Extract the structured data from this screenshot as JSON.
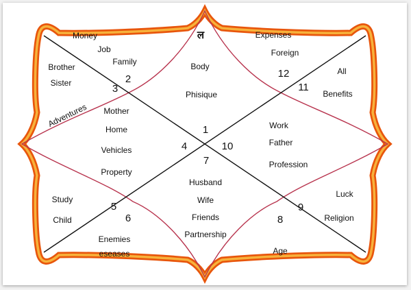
{
  "colors": {
    "frame_outer": "#e8560c",
    "frame_inner": "#f7b23b",
    "curve": "#b8344e",
    "line": "#111111",
    "card": "#ffffff"
  },
  "chart": {
    "top_glyph": "ल",
    "houses": [
      {
        "number": "1",
        "labels": [
          "Body",
          "Phisique"
        ]
      },
      {
        "number": "2",
        "labels": [
          "Money",
          "Job",
          "Family"
        ]
      },
      {
        "number": "3",
        "labels": [
          "Brother",
          "Sister"
        ],
        "extra": "Adventures"
      },
      {
        "number": "4",
        "labels": [
          "Mother",
          "Home",
          "Vehicles",
          "Property"
        ]
      },
      {
        "number": "5",
        "labels": [
          "Study",
          "Child"
        ]
      },
      {
        "number": "6",
        "labels": [
          "Enemies",
          "eseases"
        ]
      },
      {
        "number": "7",
        "labels": [
          "Husband",
          "Wife",
          "Friends",
          "Partnership"
        ]
      },
      {
        "number": "8",
        "labels": [
          "Age"
        ]
      },
      {
        "number": "9",
        "labels": [
          "Luck",
          "Religion"
        ]
      },
      {
        "number": "10",
        "labels": [
          "Work",
          "Father",
          "Profession"
        ]
      },
      {
        "number": "11",
        "labels": [
          "All",
          "Benefits"
        ]
      },
      {
        "number": "12",
        "labels": [
          "Expenses",
          "Foreign"
        ]
      }
    ]
  }
}
